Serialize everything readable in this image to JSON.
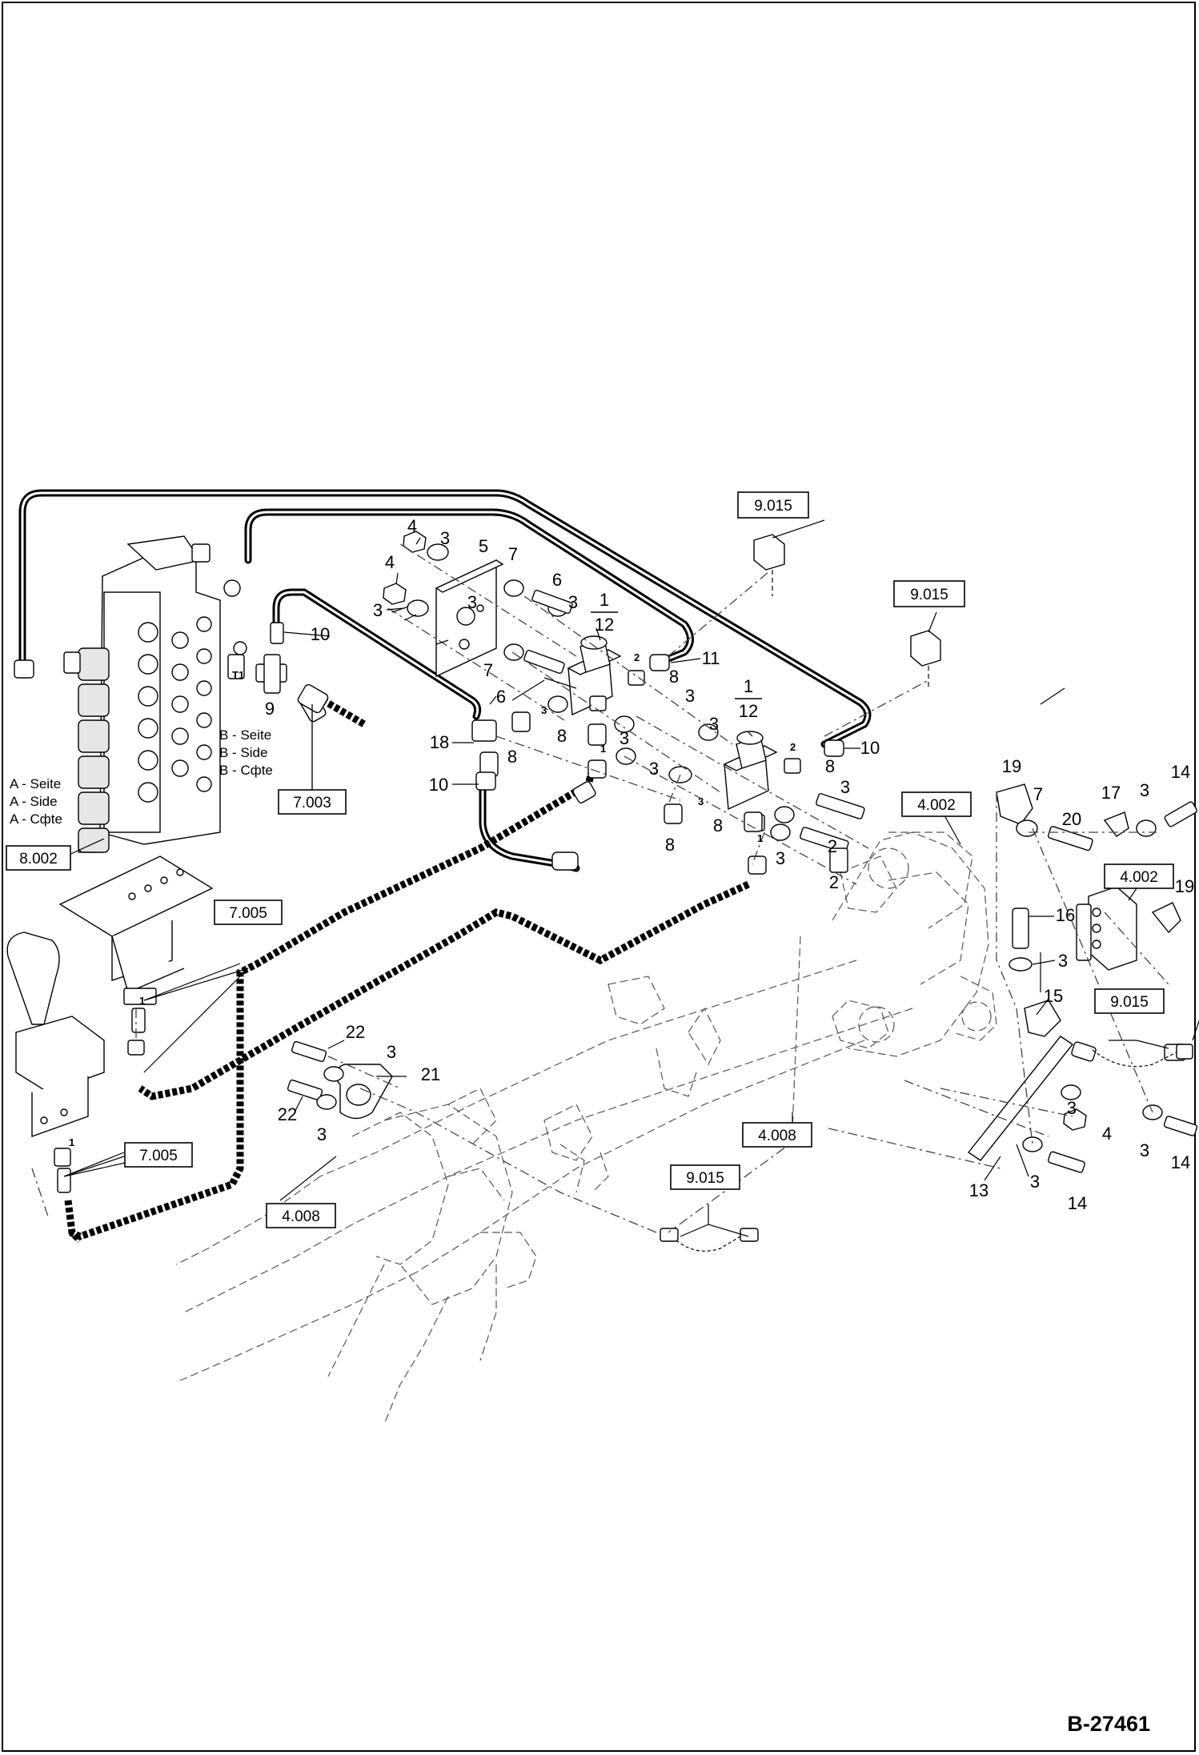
{
  "drawing_number": "B-27461",
  "side_legend": [
    "A - Seite",
    "A - Side",
    "A - Cфte",
    "B - Seite",
    "B - Side",
    "B - Cфte"
  ],
  "port_labels": {
    "t1": "T1",
    "p1": "1",
    "p2": "2",
    "p3": "3"
  },
  "reference_boxes": {
    "r_9015_a": "9.015",
    "r_9015_b": "9.015",
    "r_9015_c": "9.015",
    "r_9015_d": "9.015",
    "r_8002": "8.002",
    "r_7003": "7.003",
    "r_7005_a": "7.005",
    "r_7005_b": "7.005",
    "r_4002_a": "4.002",
    "r_4002_b": "4.002",
    "r_4008_a": "4.008",
    "r_4008_b": "4.008"
  },
  "callouts": {
    "c1a": "1",
    "c12a": "12",
    "c1b": "1",
    "c12b": "12",
    "c2a": "2",
    "c2b": "2",
    "c3_1": "3",
    "c3_2": "3",
    "c3_3": "3",
    "c3_4": "3",
    "c3_5": "3",
    "c3_6": "3",
    "c3_7": "3",
    "c3_8": "3",
    "c3_9": "3",
    "c3_10": "3",
    "c3_11": "3",
    "c3_12": "3",
    "c3_13": "3",
    "c3_14": "3",
    "c3_15": "3",
    "c3_16": "3",
    "c3_17": "3",
    "c4a": "4",
    "c4b": "4",
    "c4c": "4",
    "c5": "5",
    "c6a": "6",
    "c6b": "6",
    "c7a": "7",
    "c7b": "7",
    "c7c": "7",
    "c8a": "8",
    "c8b": "8",
    "c8c": "8",
    "c8d": "8",
    "c8e": "8",
    "c8f": "8",
    "c9": "9",
    "c10a": "10",
    "c10b": "10",
    "c10c": "10",
    "c11": "11",
    "c13": "13",
    "c14a": "14",
    "c14b": "14",
    "c14c": "14",
    "c15": "15",
    "c16": "16",
    "c17": "17",
    "c18": "18",
    "c19a": "19",
    "c19b": "19",
    "c20": "20",
    "c21": "21",
    "c22a": "22",
    "c22b": "22"
  }
}
